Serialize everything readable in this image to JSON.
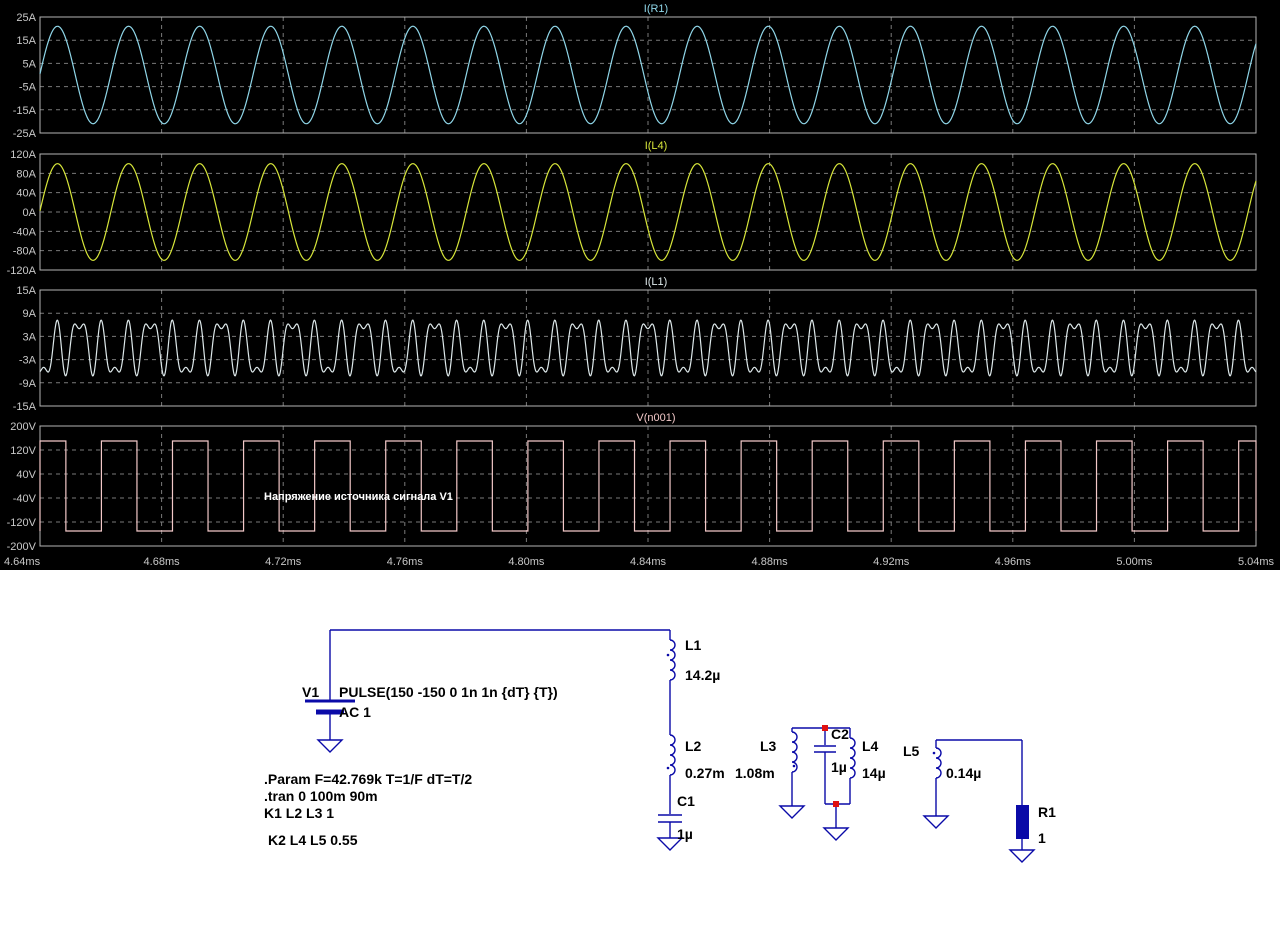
{
  "chart_data": {
    "type": "line",
    "x_axis": {
      "range_ms": [
        4.64,
        5.04
      ],
      "tick_labels": [
        "4.64ms",
        "4.68ms",
        "4.72ms",
        "4.76ms",
        "4.80ms",
        "4.84ms",
        "4.88ms",
        "4.92ms",
        "4.96ms",
        "5.00ms",
        "5.04ms"
      ],
      "unit": "ms"
    },
    "grid": true,
    "panes": [
      {
        "title": "I(R1)",
        "color": "#8fd6e8",
        "ylim": [
          -25,
          25
        ],
        "ytick_labels": [
          "25A",
          "15A",
          "5A",
          "-5A",
          "-15A",
          "-25A"
        ],
        "waveform": "sine",
        "amplitude": 21,
        "frequency_khz": 42.769,
        "phase_deg": 200
      },
      {
        "title": "I(L4)",
        "color": "#d7e63a",
        "ylim": [
          -120,
          120
        ],
        "ytick_labels": [
          "120A",
          "80A",
          "40A",
          "0A",
          "-40A",
          "-80A",
          "-120A"
        ],
        "waveform": "sine",
        "amplitude": 100,
        "frequency_khz": 42.769,
        "phase_deg": 200
      },
      {
        "title": "I(L1)",
        "color": "#dde8ea",
        "ylim": [
          -15,
          15
        ],
        "ytick_labels": [
          "15A",
          "9A",
          "3A",
          "-3A",
          "-9A",
          "-15A"
        ],
        "waveform": "multi-harmonic",
        "frequency_khz": 42.769,
        "harmonics": [
          {
            "order": 1,
            "amplitude": 3.0,
            "phase_deg": 90
          },
          {
            "order": 3,
            "amplitude": 5.5,
            "phase_deg": 90
          },
          {
            "order": 5,
            "amplitude": 3.5,
            "phase_deg": 270
          }
        ]
      },
      {
        "title": "V(n001)",
        "color": "#f2c8c8",
        "ylim": [
          -200,
          200
        ],
        "ytick_labels": [
          "200V",
          "120V",
          "40V",
          "-40V",
          "-120V",
          "-200V"
        ],
        "waveform": "square",
        "high": 150,
        "low": -150,
        "frequency_khz": 42.769,
        "rising_edge_ms": 4.6602,
        "annotation": "Напряжение источника сигнала V1"
      }
    ]
  },
  "schematic": {
    "v1": {
      "name": "V1",
      "value": "PULSE(150 -150 0 1n 1n {dT} {T})",
      "ac": "AC 1"
    },
    "l1": {
      "name": "L1",
      "value": "14.2µ"
    },
    "l2": {
      "name": "L2",
      "value": "0.27m"
    },
    "c1": {
      "name": "C1",
      "value": "1µ"
    },
    "l3": {
      "name": "L3",
      "value": "1.08m"
    },
    "c2": {
      "name": "C2",
      "value": "1µ"
    },
    "l4": {
      "name": "L4",
      "value": "14µ"
    },
    "l5": {
      "name": "L5",
      "value": "0.14µ"
    },
    "r1": {
      "name": "R1",
      "value": "1"
    },
    "directives": {
      "param": ".Param  F=42.769k T=1/F dT=T/2",
      "tran": ".tran 0 100m 90m",
      "k1": "K1 L2 L3 1",
      "k2": "K2 L4 L5 0.55"
    }
  }
}
